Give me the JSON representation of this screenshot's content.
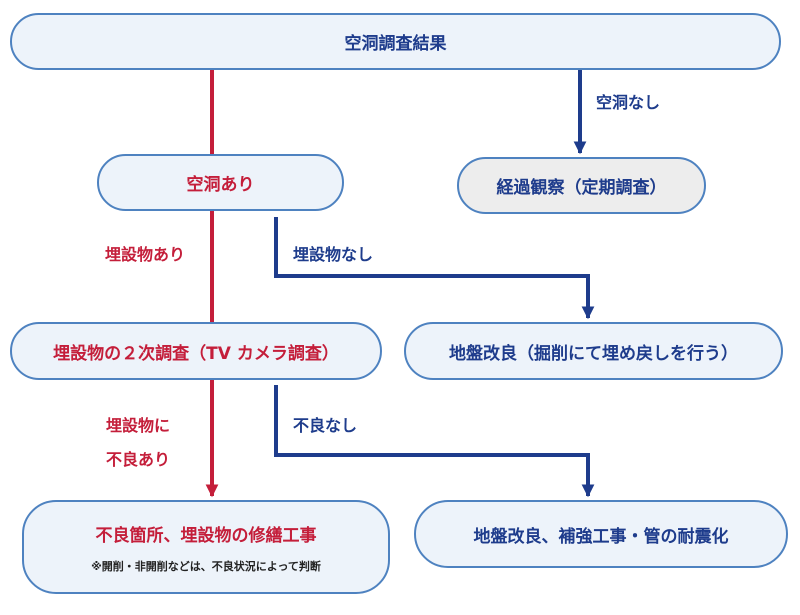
{
  "nodes": {
    "result": "空洞調査結果",
    "observe": "経過観察（定期調査）",
    "cavity": "空洞あり",
    "second": "埋設物の２次調査（TV カメラ調査）",
    "improve1": "地盤改良（掘削にて埋め戻しを行う）",
    "repair": "不良箇所、埋設物の修繕工事",
    "repair_note": "※開削・非開削などは、不良状況によって判断",
    "improve2": "地盤改良、補強工事・管の耐震化"
  },
  "edges": {
    "no_cavity": "空洞なし",
    "buried_yes": "埋設物あり",
    "buried_no": "埋設物なし",
    "defect_line1": "埋設物に",
    "defect_line2": "不良あり",
    "no_defect": "不良なし"
  },
  "colors": {
    "red": "#c41e3a",
    "blue": "#1e3c8c",
    "border": "#4e82c0",
    "fill": "#edf3fa",
    "gray_fill": "#ededed"
  }
}
